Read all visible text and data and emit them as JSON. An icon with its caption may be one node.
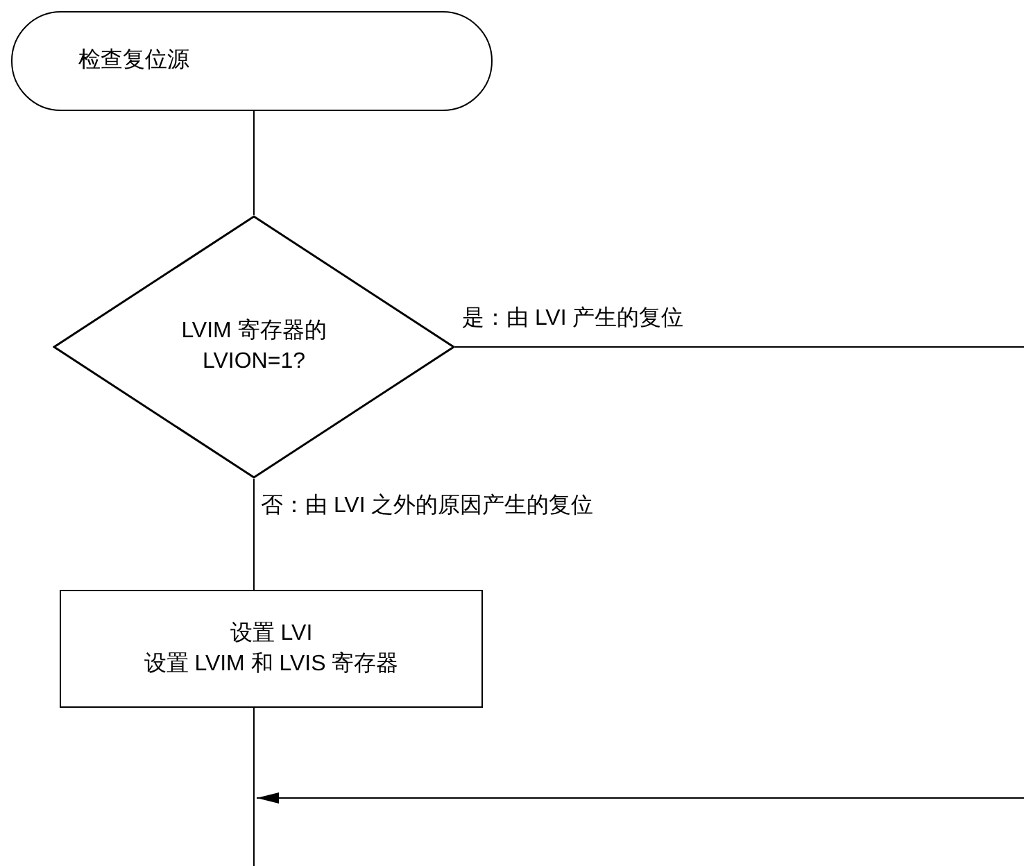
{
  "diagram": {
    "nodes": [
      {
        "text": [
          "检查复位源"
        ]
      },
      {
        "text": [
          "LVIM 寄存器的 LVION=1?"
        ]
      },
      {
        "text": [
          "设置 LVI",
          "设置 LVIM 和 LVIS 寄存器"
        ]
      }
    ],
    "edges": [
      {
        "from": 0,
        "to": 1,
        "arrow": "none"
      },
      {
        "from": 1,
        "to": null,
        "arrow": "none",
        "label": "是：由 LVI 产生的复位"
      },
      {
        "from": 1,
        "to": 2,
        "arrow": "none",
        "label": "否：由 LVI 之外的原因产生的复位"
      },
      {
        "from": 2,
        "to": null,
        "arrow": "none"
      }
    ]
  }
}
